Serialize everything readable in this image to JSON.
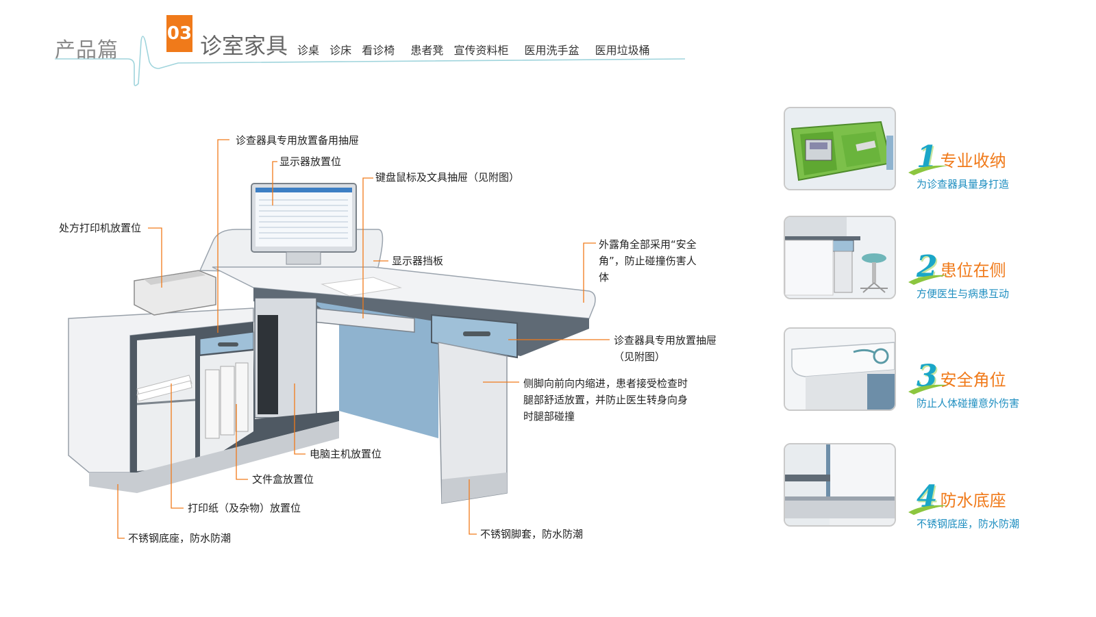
{
  "header": {
    "section": "产品篇",
    "number": "03",
    "title": "诊室家具",
    "items": [
      "诊桌",
      "诊床",
      "看诊椅",
      "患者凳",
      "宣传资料柜",
      "医用洗手盆",
      "医用垃圾桶"
    ]
  },
  "callouts": {
    "spare_drawer": "诊查器具专用放置备用抽屉",
    "monitor_place": "显示器放置位",
    "keyboard_drawer": "键盘鼠标及文具抽屉（见附图）",
    "printer_place": "处方打印机放置位",
    "monitor_shield": "显示器挡板",
    "safety_corner": "外露角全部采用“安全角”，防止碰撞伤害人体",
    "exam_drawer": "诊查器具专用放置抽屉（见附图）",
    "side_leg": "侧脚向前向内缩进，患者接受检查时腿部舒适放置，并防止医生转身向身时腿部碰撞",
    "pc_place": "电脑主机放置位",
    "filebox_place": "文件盒放置位",
    "paper_place": "打印纸（及杂物）放置位",
    "steel_base": "不锈钢底座，防水防潮",
    "steel_foot": "不锈钢脚套，防水防潮"
  },
  "features": [
    {
      "num": "1",
      "title": "专业收纳",
      "subtitle": "为诊查器具量身打造"
    },
    {
      "num": "2",
      "title": "患位在侧",
      "subtitle": "方便医生与病患互动"
    },
    {
      "num": "3",
      "title": "安全角位",
      "subtitle": "防止人体碰撞意外伤害"
    },
    {
      "num": "4",
      "title": "防水底座",
      "subtitle": "不锈钢底座，防水防潮"
    }
  ],
  "colors": {
    "orange": "#f07a1a",
    "teal": "#1aa6c8",
    "blue_text": "#1e8ec0",
    "desk_blue": "#8fb3cf"
  }
}
